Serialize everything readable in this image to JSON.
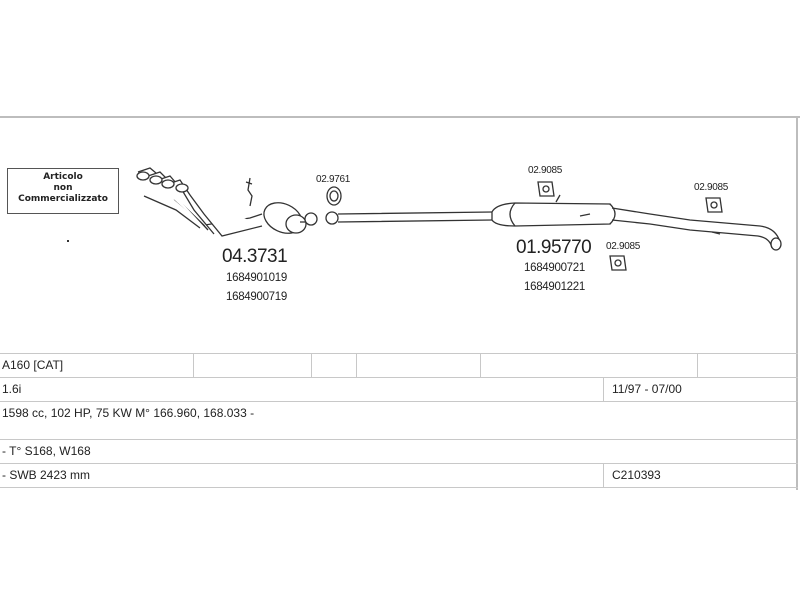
{
  "notice": {
    "line1": "Articolo",
    "line2": "non",
    "line3": "Commercializzato"
  },
  "parts": [
    {
      "code": "04.3731",
      "oem": [
        "1684901019",
        "1684900719"
      ]
    },
    {
      "code": "02.9761"
    },
    {
      "code": "02.9085"
    },
    {
      "code": "01.95770",
      "oem": [
        "1684900721",
        "1684901221"
      ]
    },
    {
      "code": "02.9085"
    },
    {
      "code": "02.9085"
    }
  ],
  "specs": {
    "model": "A160  [CAT]",
    "engine": "1.6i",
    "years": "11/97 - 07/00",
    "power": "1598 cc, 102 HP, 75 KW M° 166.960, 168.033 -",
    "type": "- T° S168, W168",
    "wheelbase": "- SWB 2423 mm",
    "ref": "C210393"
  },
  "colors": {
    "line": "#bdbdbd",
    "ink": "#222222"
  }
}
